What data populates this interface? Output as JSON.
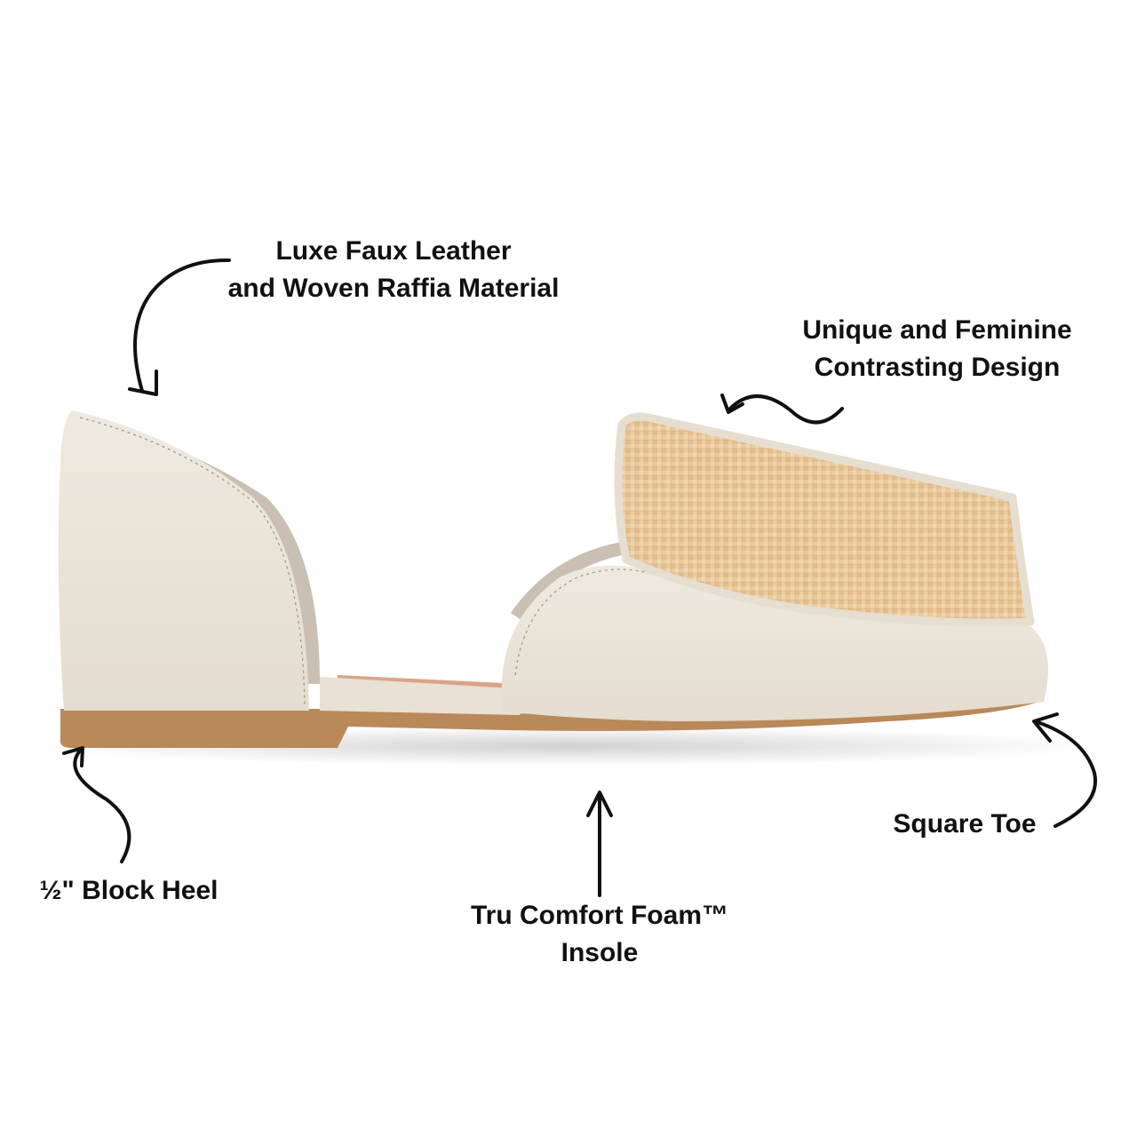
{
  "product": {
    "description": "Cream faux leather d'Orsay square-toe flat with woven raffia vamp",
    "colors": {
      "leather": "#ECE6DA",
      "leather_shadow": "#DCD4C4",
      "raffia": "#EAC9A0",
      "sole": "#B9895A",
      "insole": "#D9A587",
      "lining": "#C9BFB2",
      "text": "#111111"
    }
  },
  "callouts": [
    {
      "id": "material",
      "lines": [
        "Luxe Faux Leather",
        "and Woven Raffia Material"
      ]
    },
    {
      "id": "design",
      "lines": [
        "Unique and Feminine",
        "Contrasting Design"
      ]
    },
    {
      "id": "heel",
      "lines": [
        "½\" Block Heel"
      ]
    },
    {
      "id": "insole",
      "lines": [
        "Tru Comfort Foam™",
        "Insole"
      ]
    },
    {
      "id": "toe",
      "lines": [
        "Square Toe"
      ]
    }
  ]
}
